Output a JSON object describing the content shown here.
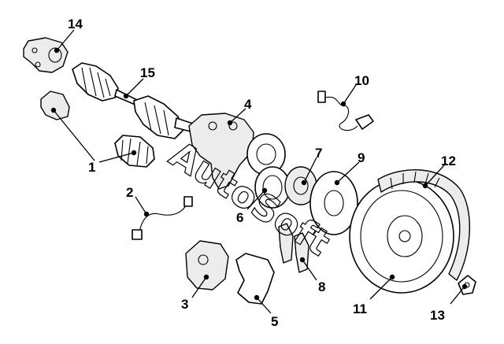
{
  "callouts": [
    {
      "id": "p1",
      "label": "1"
    },
    {
      "id": "p2",
      "label": "2"
    },
    {
      "id": "p3",
      "label": "3"
    },
    {
      "id": "p4",
      "label": "4"
    },
    {
      "id": "p5",
      "label": "5"
    },
    {
      "id": "p6",
      "label": "6"
    },
    {
      "id": "p7",
      "label": "7"
    },
    {
      "id": "p8",
      "label": "8"
    },
    {
      "id": "p9",
      "label": "9"
    },
    {
      "id": "p10",
      "label": "10"
    },
    {
      "id": "p11",
      "label": "11"
    },
    {
      "id": "p12",
      "label": "12"
    },
    {
      "id": "p13",
      "label": "13"
    },
    {
      "id": "p14",
      "label": "14"
    },
    {
      "id": "p15",
      "label": "15"
    }
  ],
  "watermark": "AutoSoft"
}
